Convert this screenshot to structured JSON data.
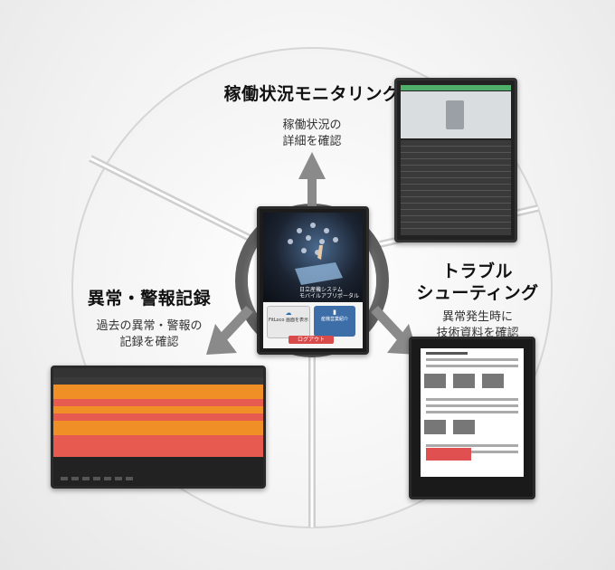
{
  "sections": {
    "monitoring": {
      "title": "稼働状況モニタリング",
      "desc_line1": "稼働状況の",
      "desc_line2": "詳細を確認"
    },
    "troubleshooting": {
      "title_line1": "トラブル",
      "title_line2": "シューティング",
      "desc_line1": "異常発生時に",
      "desc_line2": "技術資料を確認"
    },
    "alarm_log": {
      "title": "異常・警報記録",
      "desc_line1": "過去の異常・警報の",
      "desc_line2": "記録を確認"
    }
  },
  "center_app": {
    "title_line1": "日立産機システム",
    "title_line2": "モバイルアプリポータル",
    "button_left": "FitLoco 画面を表示",
    "button_right": "産機営業紹介",
    "logout_label": "ログアウト"
  },
  "colors": {
    "wheel": "#ffffff",
    "wheel_border": "#d6d6d6",
    "arrow": "#8a8a8a",
    "logout": "#d94a4a",
    "monitor_bar": "#4fae6a"
  }
}
